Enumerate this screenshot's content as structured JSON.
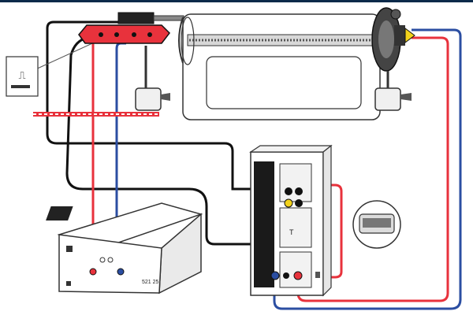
{
  "diagram": {
    "apparatus_label": "521 25",
    "sensor_label": "T",
    "pulse_symbol": "⎍",
    "colors": {
      "red_wire": "#e8323c",
      "blue_wire": "#2b4ea2",
      "black_wire": "#111111",
      "yellow_wire": "#f2d21b",
      "outline": "#333333",
      "panel_fill": "#f2f2f2",
      "frame_dark": "#1a1a1a",
      "rim": "#0b2a4a"
    },
    "components": [
      {
        "name": "heating-plate-device",
        "kind": "apparatus"
      },
      {
        "name": "glass-tube-chamber",
        "kind": "apparatus"
      },
      {
        "name": "stand-clamp-left",
        "kind": "apparatus"
      },
      {
        "name": "stand-clamp-right",
        "kind": "apparatus"
      },
      {
        "name": "power-supply-unit",
        "kind": "apparatus"
      },
      {
        "name": "measuring-interface",
        "kind": "apparatus"
      },
      {
        "name": "temperature-sensor-box",
        "kind": "sensor"
      }
    ]
  }
}
